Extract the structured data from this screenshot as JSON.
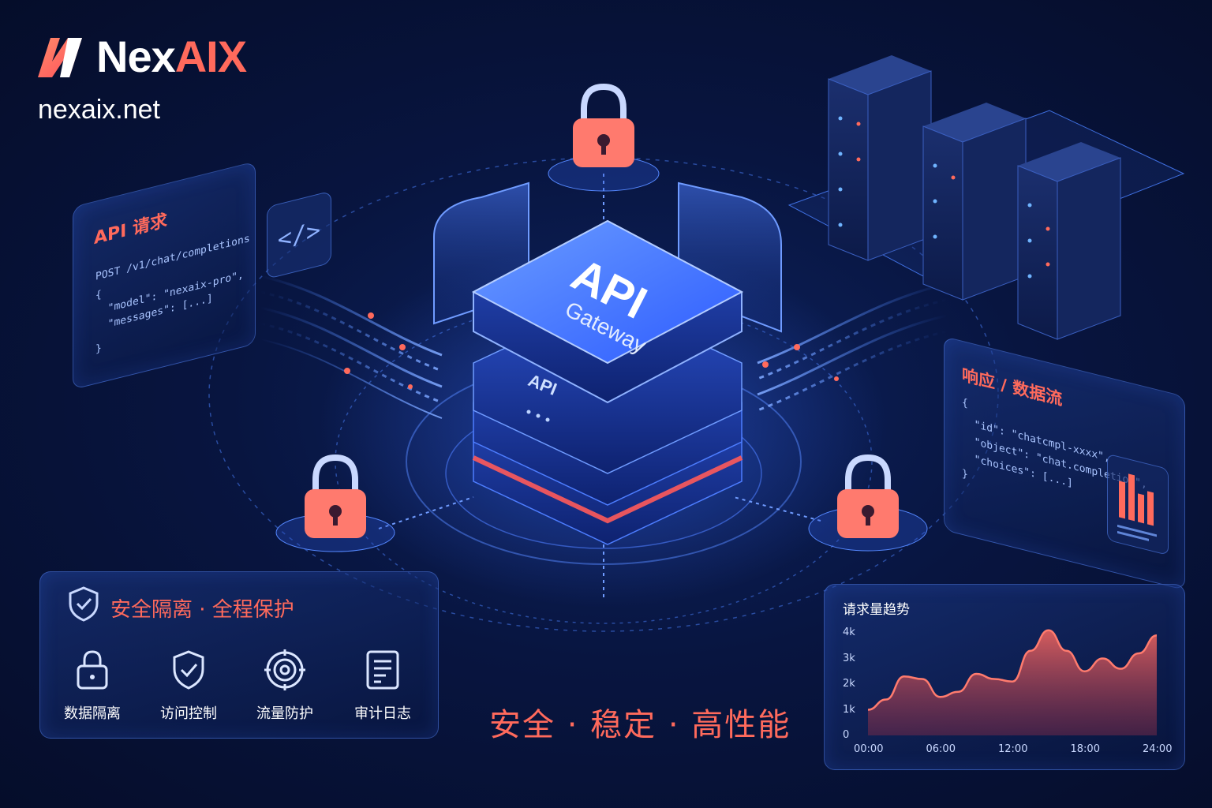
{
  "brand": {
    "name_main": "Nex",
    "name_accent": "AIX",
    "url": "nexaix.net",
    "accent_color": "#ff6a5c"
  },
  "request_panel": {
    "title": "API 请求",
    "lines": [
      "POST /v1/chat/completions",
      "{",
      "  \"model\": \"nexaix-pro\",",
      "  \"messages\": [...]",
      "}"
    ],
    "icon": "code-icon"
  },
  "gateway": {
    "title": "API",
    "subtitle": "Gateway",
    "side_label": "API"
  },
  "response_panel": {
    "title": "响应 / 数据流",
    "lines": [
      "{",
      "  \"id\": \"chatcmpl-xxxx\",",
      "  \"object\": \"chat.completion\",",
      "  \"choices\": [...]",
      "}"
    ],
    "icon": "bar-chart-icon"
  },
  "security": {
    "heading": "安全隔离 · 全程保护",
    "features": [
      {
        "label": "数据隔离",
        "icon": "lock-icon"
      },
      {
        "label": "访问控制",
        "icon": "shield-check-icon"
      },
      {
        "label": "流量防护",
        "icon": "target-icon"
      },
      {
        "label": "审计日志",
        "icon": "document-icon"
      }
    ]
  },
  "tagline": "安全 · 稳定 · 高性能",
  "chart_data": {
    "type": "area",
    "title": "请求量趋势",
    "x_ticks": [
      "00:00",
      "06:00",
      "12:00",
      "18:00",
      "24:00"
    ],
    "y_ticks": [
      "0",
      "1k",
      "2k",
      "3k",
      "4k"
    ],
    "ylim": [
      0,
      4000
    ],
    "xlim": [
      0,
      24
    ],
    "x": [
      0,
      1.5,
      3,
      4.5,
      6,
      7.5,
      9,
      10.5,
      12,
      13.5,
      15,
      16.5,
      18,
      19.5,
      21,
      22.5,
      24
    ],
    "values": [
      1000,
      1400,
      2300,
      2200,
      1500,
      1700,
      2400,
      2200,
      2100,
      3300,
      4100,
      3300,
      2500,
      3000,
      2600,
      3200,
      3900
    ],
    "fill_color": "#d8595a",
    "line_color": "#ff7b6e"
  }
}
